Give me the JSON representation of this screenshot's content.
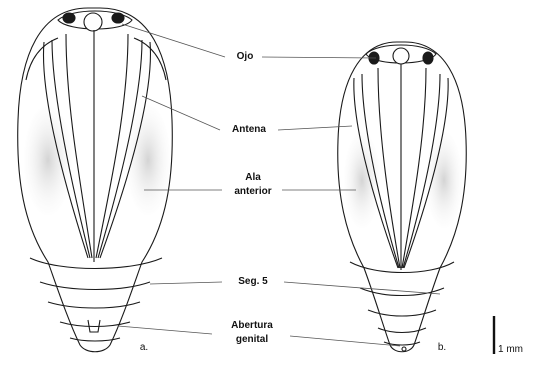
{
  "figure": {
    "labels": {
      "ojo": "Ojo",
      "antena": "Antena",
      "ala_line1": "Ala",
      "ala_line2": "anterior",
      "seg": "Seg. 5",
      "abertura_line1": "Abertura",
      "abertura_line2": "genital"
    },
    "panel_a": "a.",
    "panel_b": "b.",
    "scale_bar": "1 mm"
  },
  "colors": {
    "ink": "#1a1a1a",
    "shade": "#d9d9d9",
    "leader": "#555555"
  }
}
